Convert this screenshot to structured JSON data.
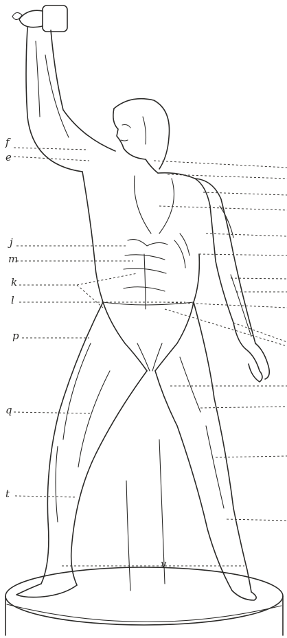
{
  "labels": {
    "f": "f",
    "e": "e",
    "j": "j",
    "m": "m",
    "k": "k",
    "l": "l",
    "p": "p",
    "q": "q",
    "t": "t",
    "v": "v"
  },
  "colors": {
    "background": "#ffffff",
    "ink": "#2b2a28"
  }
}
